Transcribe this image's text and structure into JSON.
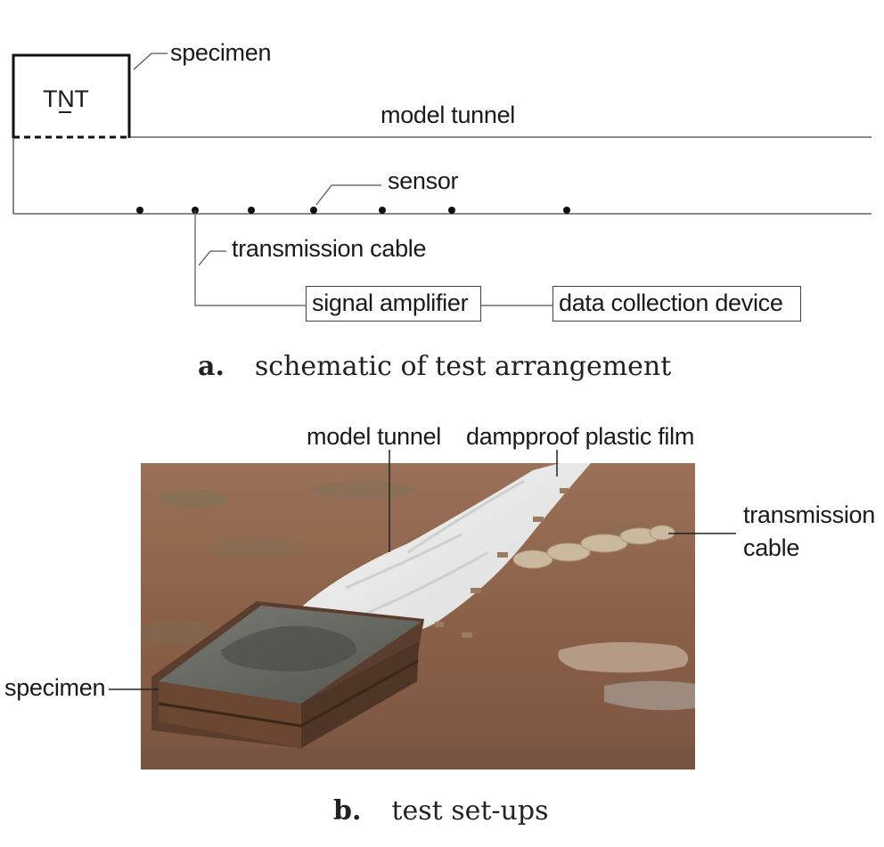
{
  "schematic": {
    "tnt_label": "TNT",
    "specimen_label": "specimen",
    "model_tunnel_label": "model tunnel",
    "sensor_label": "sensor",
    "transmission_cable_label": "transmission cable",
    "signal_amplifier_label": "signal amplifier",
    "data_collection_label": "data collection device",
    "caption_letter": "a.",
    "caption_text": "schematic of test arrangement"
  },
  "photo": {
    "model_tunnel_label": "model tunnel",
    "film_label": "dampproof plastic film",
    "cable_label_line1": "transmission",
    "cable_label_line2": "cable",
    "specimen_label": "specimen",
    "caption_letter": "b.",
    "caption_text": "test set-ups"
  }
}
